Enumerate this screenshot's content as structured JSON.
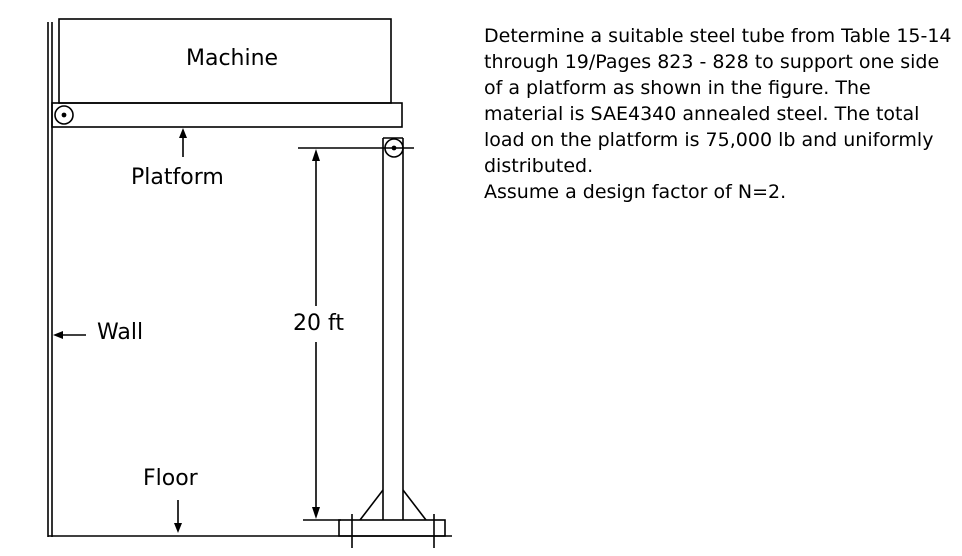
{
  "diagram": {
    "labels": {
      "machine": "Machine",
      "platform": "Platform",
      "wall": "Wall",
      "height": "20 ft",
      "floor": "Floor"
    },
    "colors": {
      "line": "#000000",
      "background": "#ffffff"
    }
  },
  "problem": {
    "paragraph": "Determine a suitable steel tube from Table 15-14 through 19/Pages 823 - 828 to support one side of a platform as shown in the figure. The material is SAE4340 annealed steel. The total load on the platform is 75,000 lb and uniformly distributed.",
    "assumption": "Assume a design factor of N=2."
  }
}
